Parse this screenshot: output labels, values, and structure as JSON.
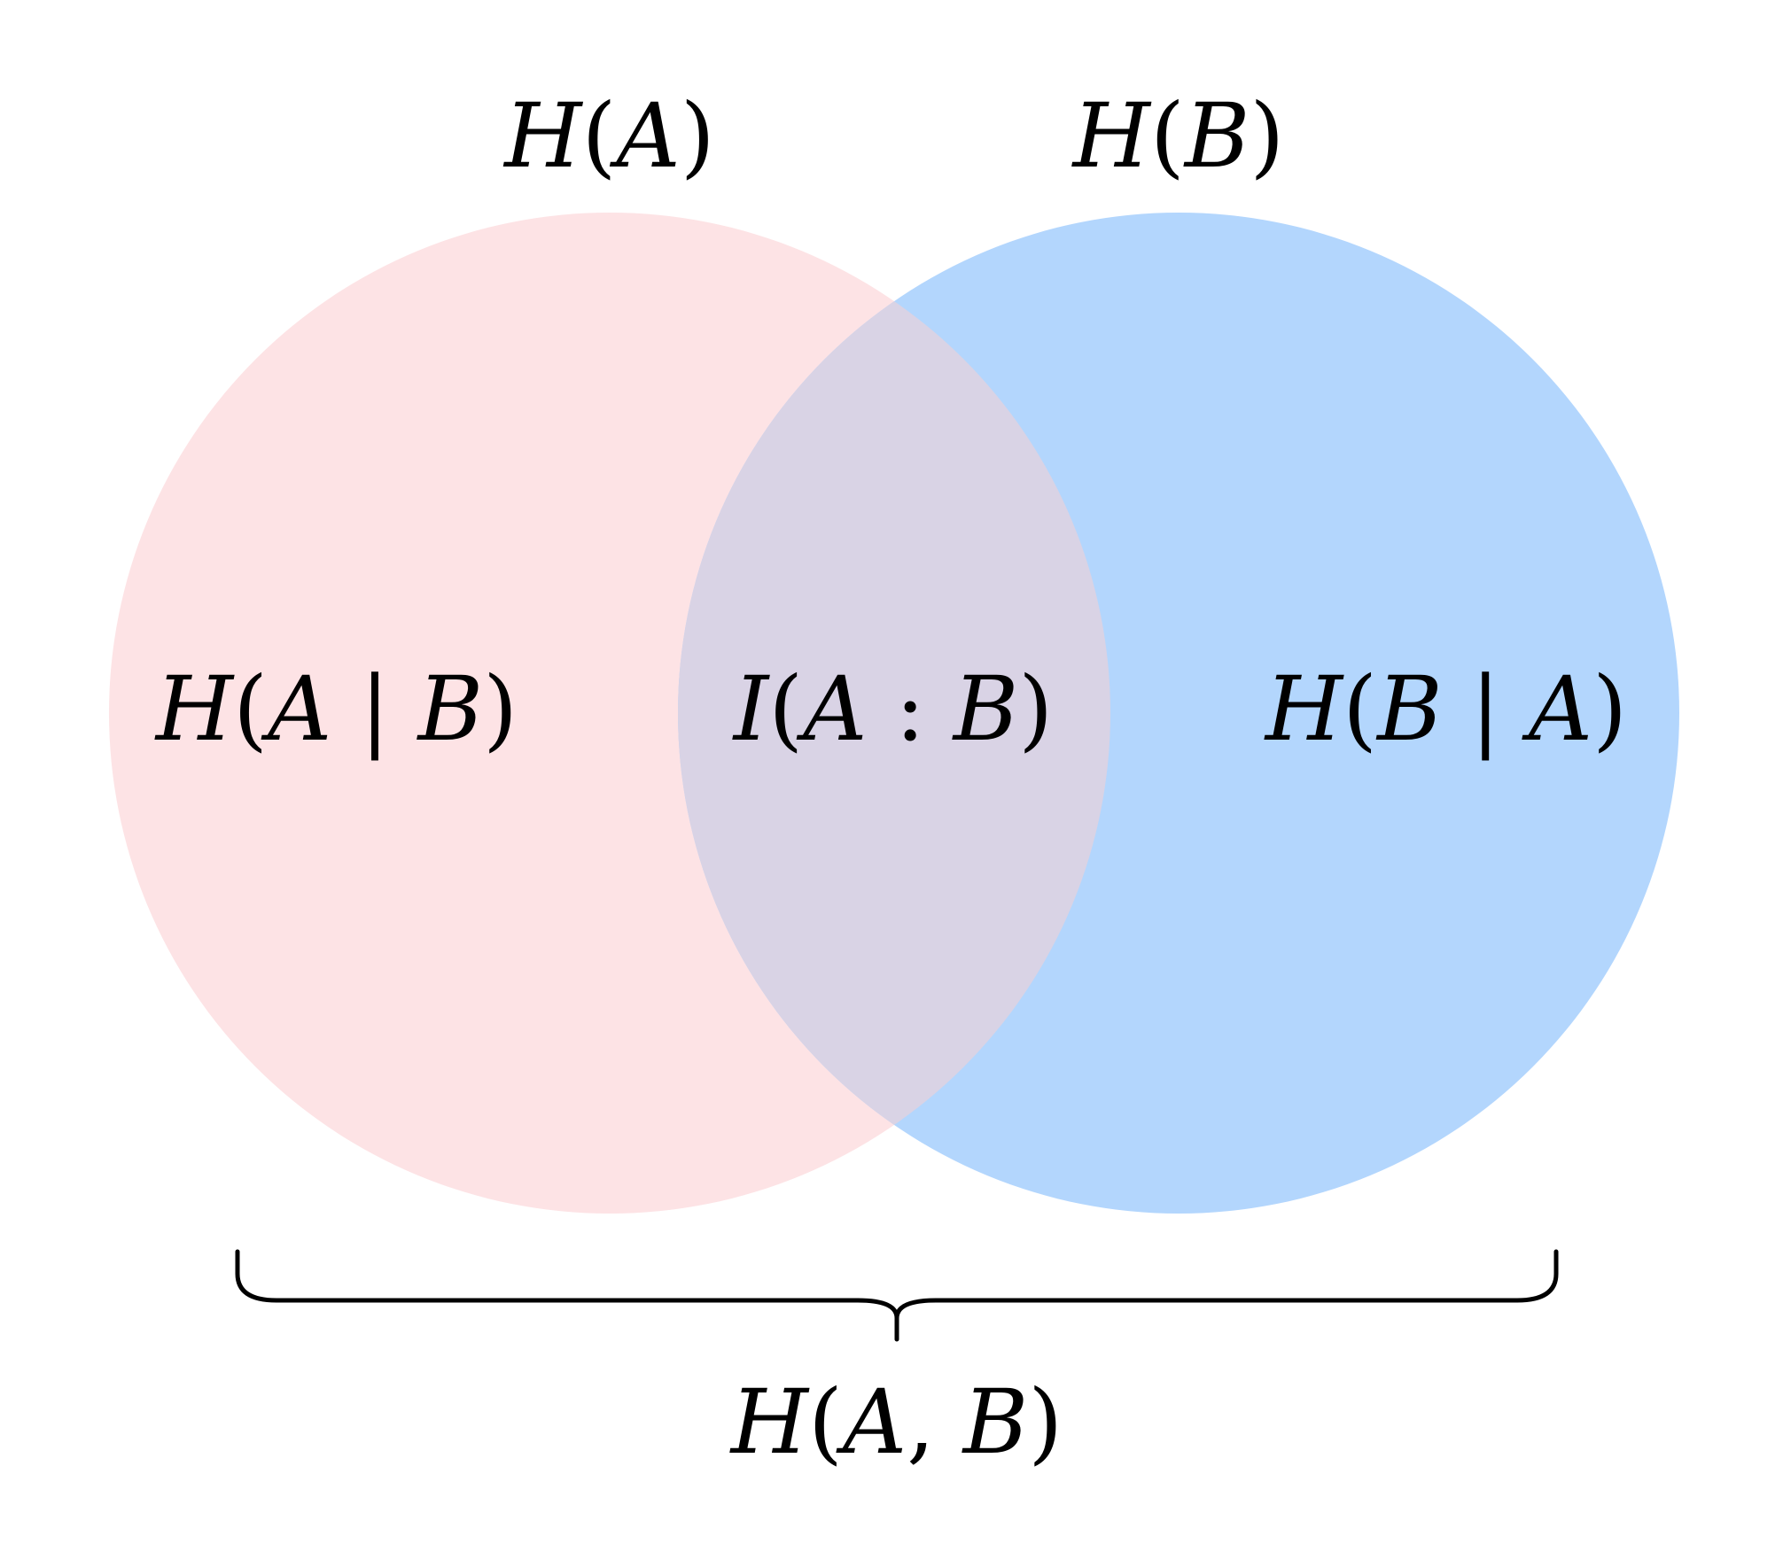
{
  "colors": {
    "circle_a": "#fde3e5",
    "circle_b": "#b3d6fd",
    "intersection": "#d9d3e5",
    "ink": "#000000",
    "background": "#ffffff"
  },
  "labels": {
    "h_a": {
      "fn": "H",
      "open": "(",
      "args": "A",
      "close": ")"
    },
    "h_b": {
      "fn": "H",
      "open": "(",
      "args": "B",
      "close": ")"
    },
    "h_a_given_b": {
      "fn": "H",
      "open": "(",
      "left": "A",
      "sep": " | ",
      "right": "B",
      "close": ")"
    },
    "i_a_b": {
      "fn": "I",
      "open": "(",
      "left": "A",
      "sep": " : ",
      "right": "B",
      "close": ")"
    },
    "h_b_given_a": {
      "fn": "H",
      "open": "(",
      "left": "B",
      "sep": " | ",
      "right": "A",
      "close": ")"
    },
    "h_ab": {
      "fn": "H",
      "open": "(",
      "left": "A",
      "sep": ", ",
      "right": "B",
      "close": ")"
    }
  }
}
